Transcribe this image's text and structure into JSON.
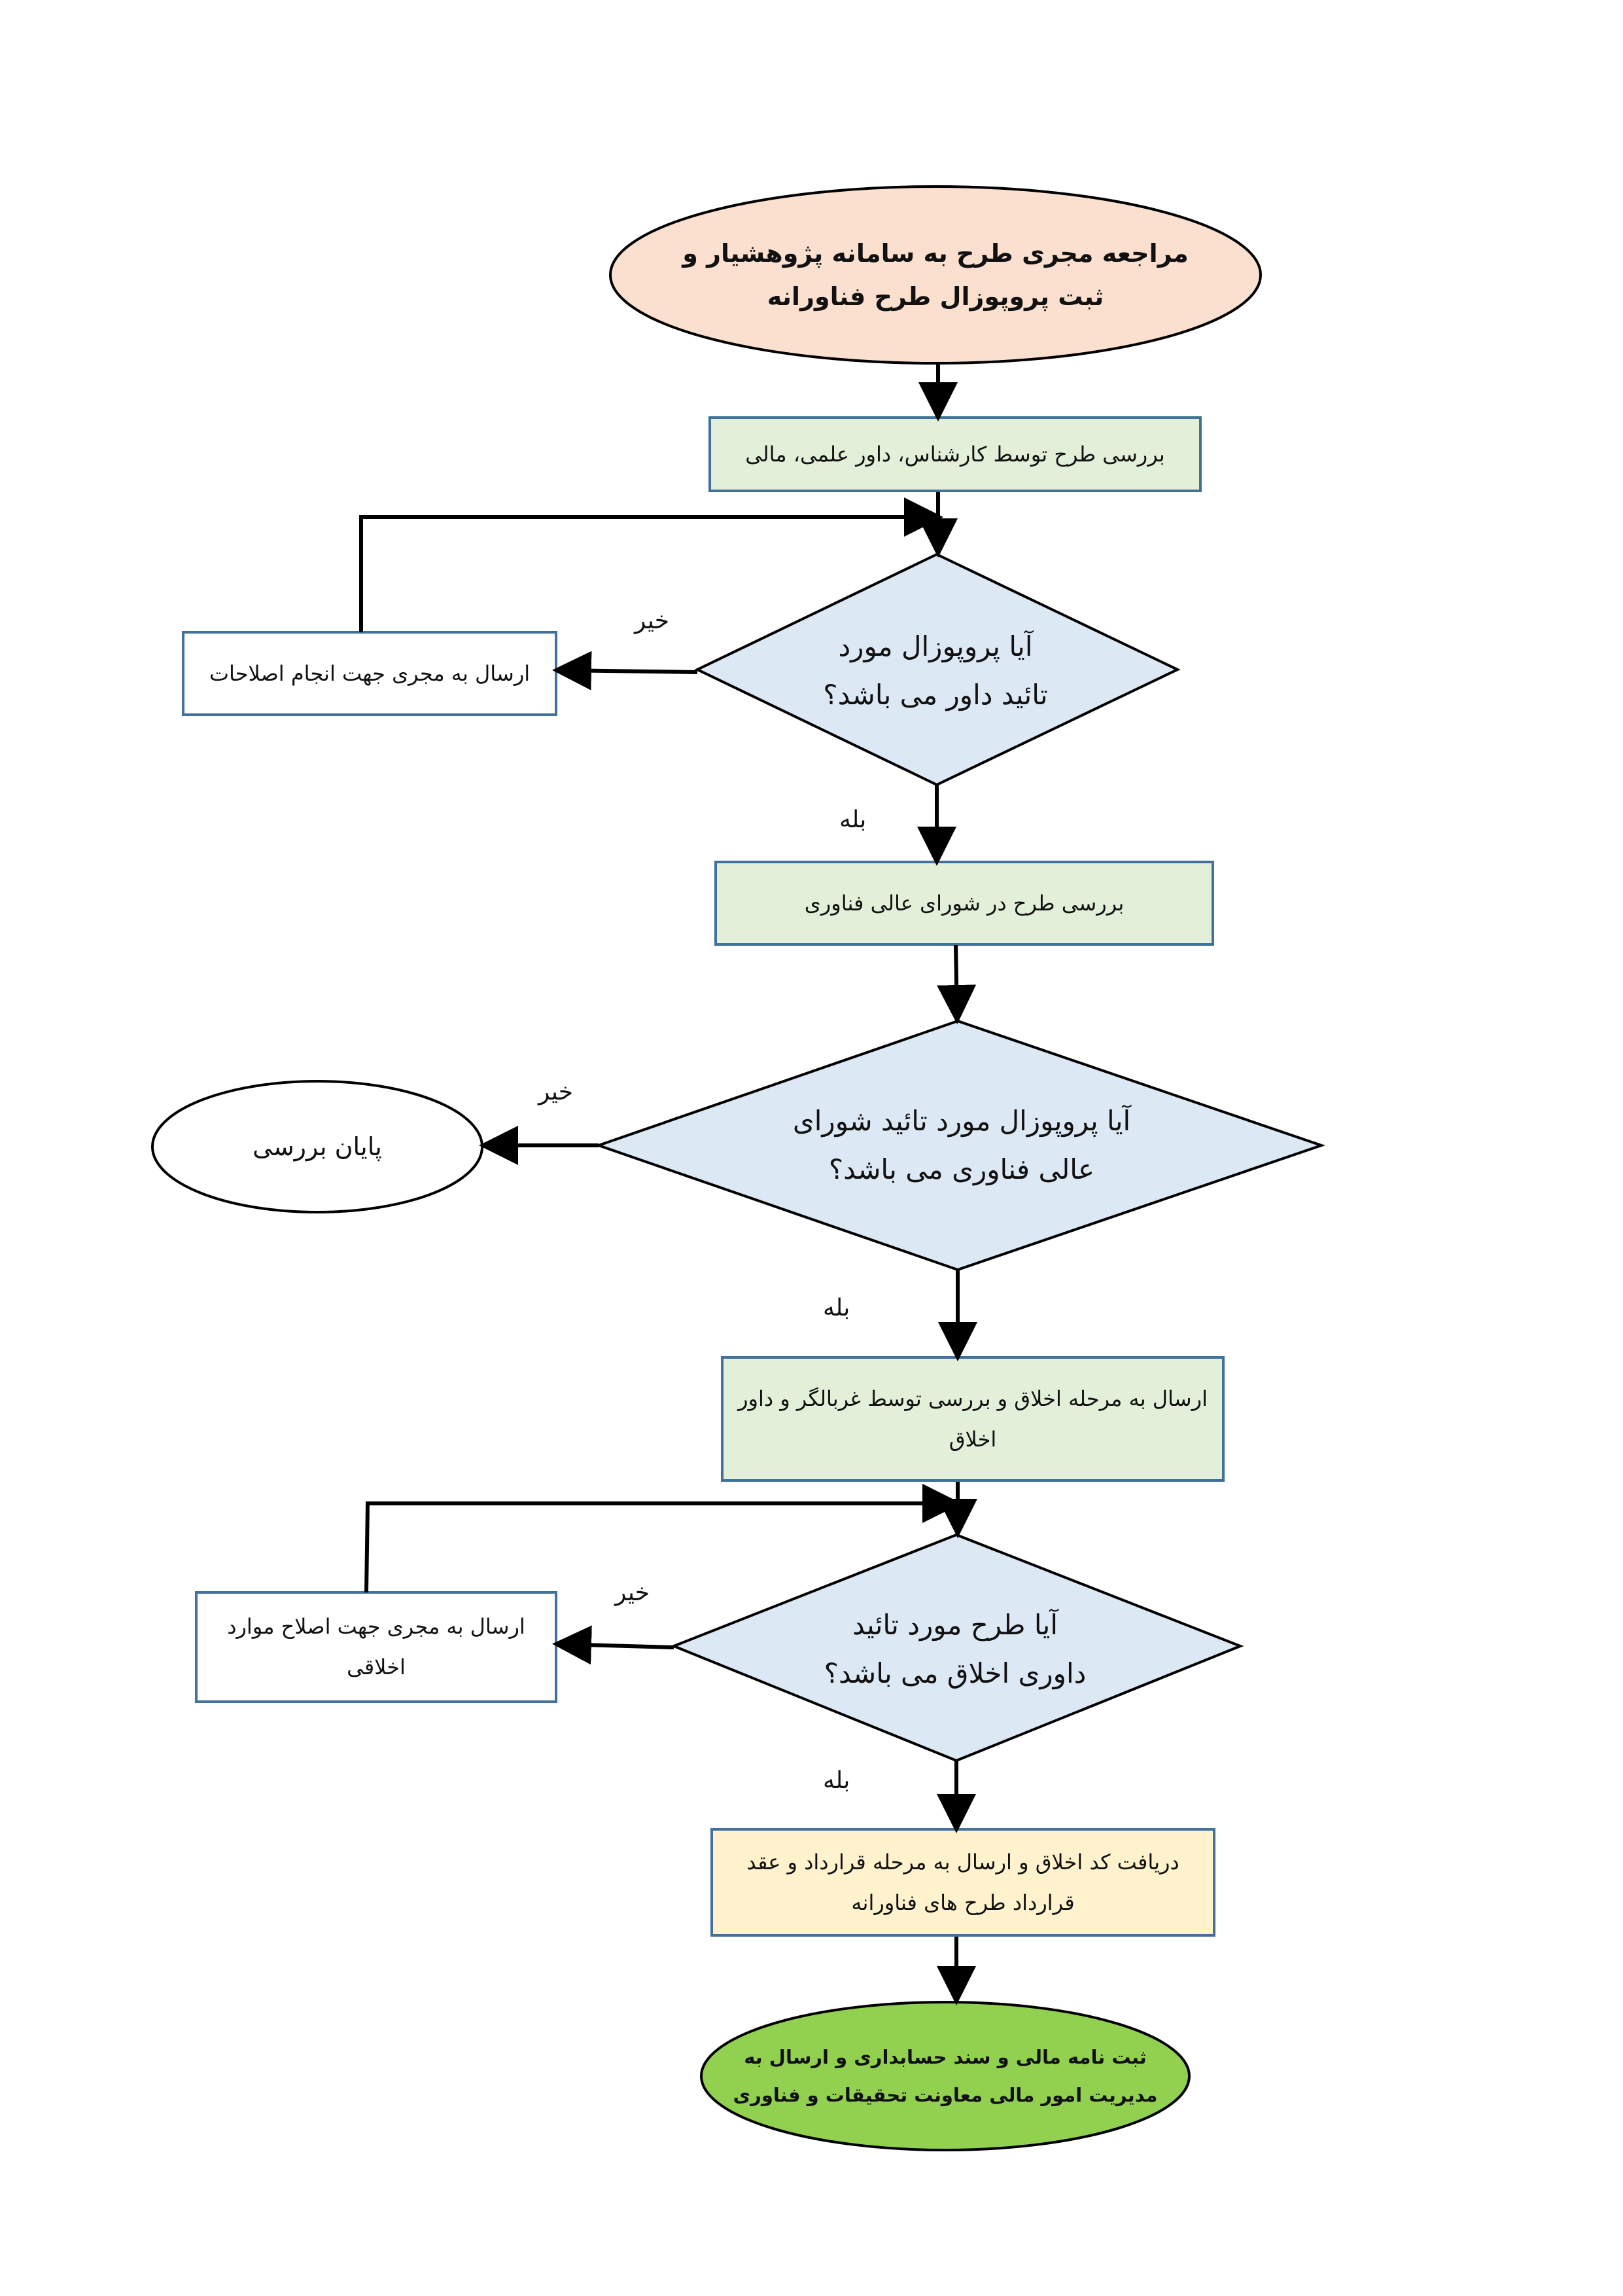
{
  "colors": {
    "start_fill": "#fbe0d0",
    "process_fill": "#e2efd9",
    "decision_fill": "#dde8f5",
    "box_border": "#41719c",
    "final_process_fill": "#fff2cc",
    "end_fill": "#92d050",
    "line": "#000000"
  },
  "nodes": {
    "start": {
      "line1": "مراجعه مجری طرح به سامانه پژوهشیار و",
      "line2": "ثبت پروپوزال طرح فناورانه"
    },
    "review_expert": {
      "text": "بررسی طرح توسط کارشناس، داور علمی، مالی"
    },
    "decision_referee": {
      "line1": "آیا پروپوزال مورد",
      "line2": "تائید داور می باشد؟"
    },
    "send_corrections": {
      "text": "ارسال به مجری جهت انجام اصلاحات"
    },
    "review_council": {
      "text": "بررسی طرح در شورای عالی فناوری"
    },
    "decision_council": {
      "line1": "آیا پروپوزال مورد تائید شورای",
      "line2": "عالی فناوری می باشد؟"
    },
    "end_review": {
      "text": "پایان بررسی"
    },
    "ethics_stage": {
      "line1": "ارسال به مرحله اخلاق و بررسی توسط غربالگر و داور",
      "line2": "اخلاق"
    },
    "decision_ethics": {
      "line1": "آیا طرح مورد تائید",
      "line2": "داوری اخلاق می باشد؟"
    },
    "send_ethics_corrections": {
      "line1": "ارسال به مجری جهت اصلاح موارد",
      "line2": "اخلاقی"
    },
    "contract_stage": {
      "line1": "دریافت کد اخلاق و ارسال به مرحله قرارداد و عقد",
      "line2": "قرارداد طرح های فناورانه"
    },
    "final": {
      "line1": "ثبت نامه مالی و سند حسابداری و ارسال به",
      "line2": "مدیریت امور مالی معاونت تحقیقات و فناوری"
    }
  },
  "labels": {
    "no_1": "خیر",
    "yes_1": "بله",
    "no_2": "خیر",
    "yes_2": "بله",
    "no_3": "خیر",
    "yes_3": "بله"
  }
}
